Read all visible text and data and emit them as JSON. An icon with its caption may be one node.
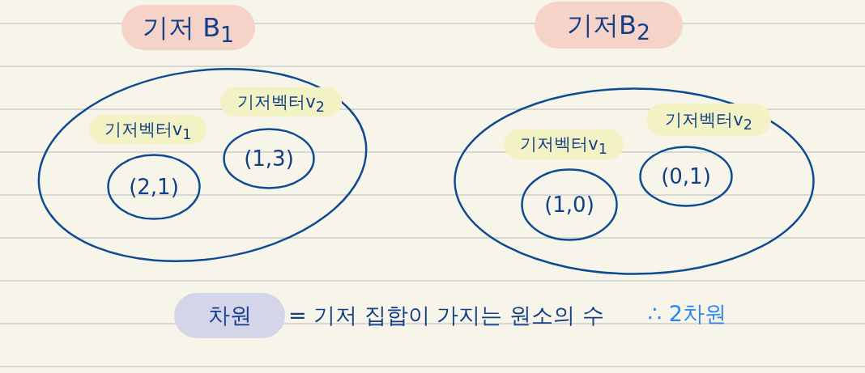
{
  "diagram": {
    "nodes": [
      {
        "text": [
          "기저 B$_{1}$"
        ]
      },
      {
        "text": [
          "기저벡터v$_{1}$",
          "(2,1)"
        ],
        "in": 0
      },
      {
        "text": [
          "기저벡터v$_{2}$",
          "(1,3)"
        ],
        "in": 0
      },
      {
        "text": [
          "기저B$_{2}$"
        ]
      },
      {
        "text": [
          "기저벡터v$_{1}$",
          "(1,0)"
        ],
        "in": 3
      },
      {
        "text": [
          "기저벡터v$_{2}$",
          "(0,1)"
        ],
        "in": 3
      }
    ],
    "labels": [
      "차원",
      "= 기저 집합이 가지는 원소의 수",
      "∴ 2차원"
    ]
  }
}
